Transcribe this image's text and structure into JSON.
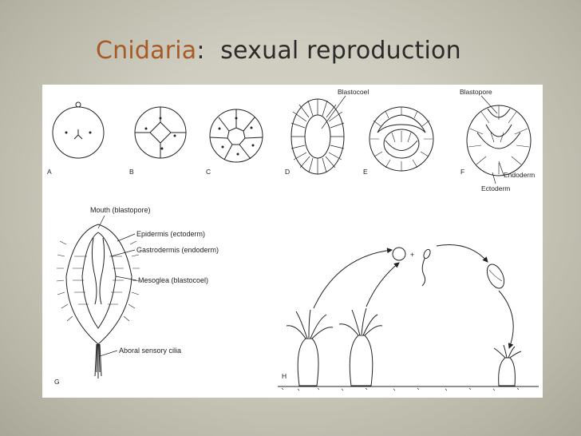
{
  "slide": {
    "title_accent": "Cnidaria",
    "title_separator": ":",
    "title_rest": "sexual reproduction"
  },
  "diagram": {
    "panel_letters": [
      "A",
      "B",
      "C",
      "D",
      "E",
      "F",
      "G",
      "H"
    ],
    "labels": {
      "blastocoel": "Blastocoel",
      "blastopore": "Blastopore",
      "endoderm": "Endoderm",
      "ectoderm": "Ectoderm",
      "mouth": "Mouth (blastopore)",
      "epidermis": "Epidermis (ectoderm)",
      "gastrodermis": "Gastrodermis (endoderm)",
      "mesoglea": "Mesoglea (blastocoel)",
      "cilia": "Aboral sensory cilia"
    },
    "gamete_symbol": "+"
  }
}
